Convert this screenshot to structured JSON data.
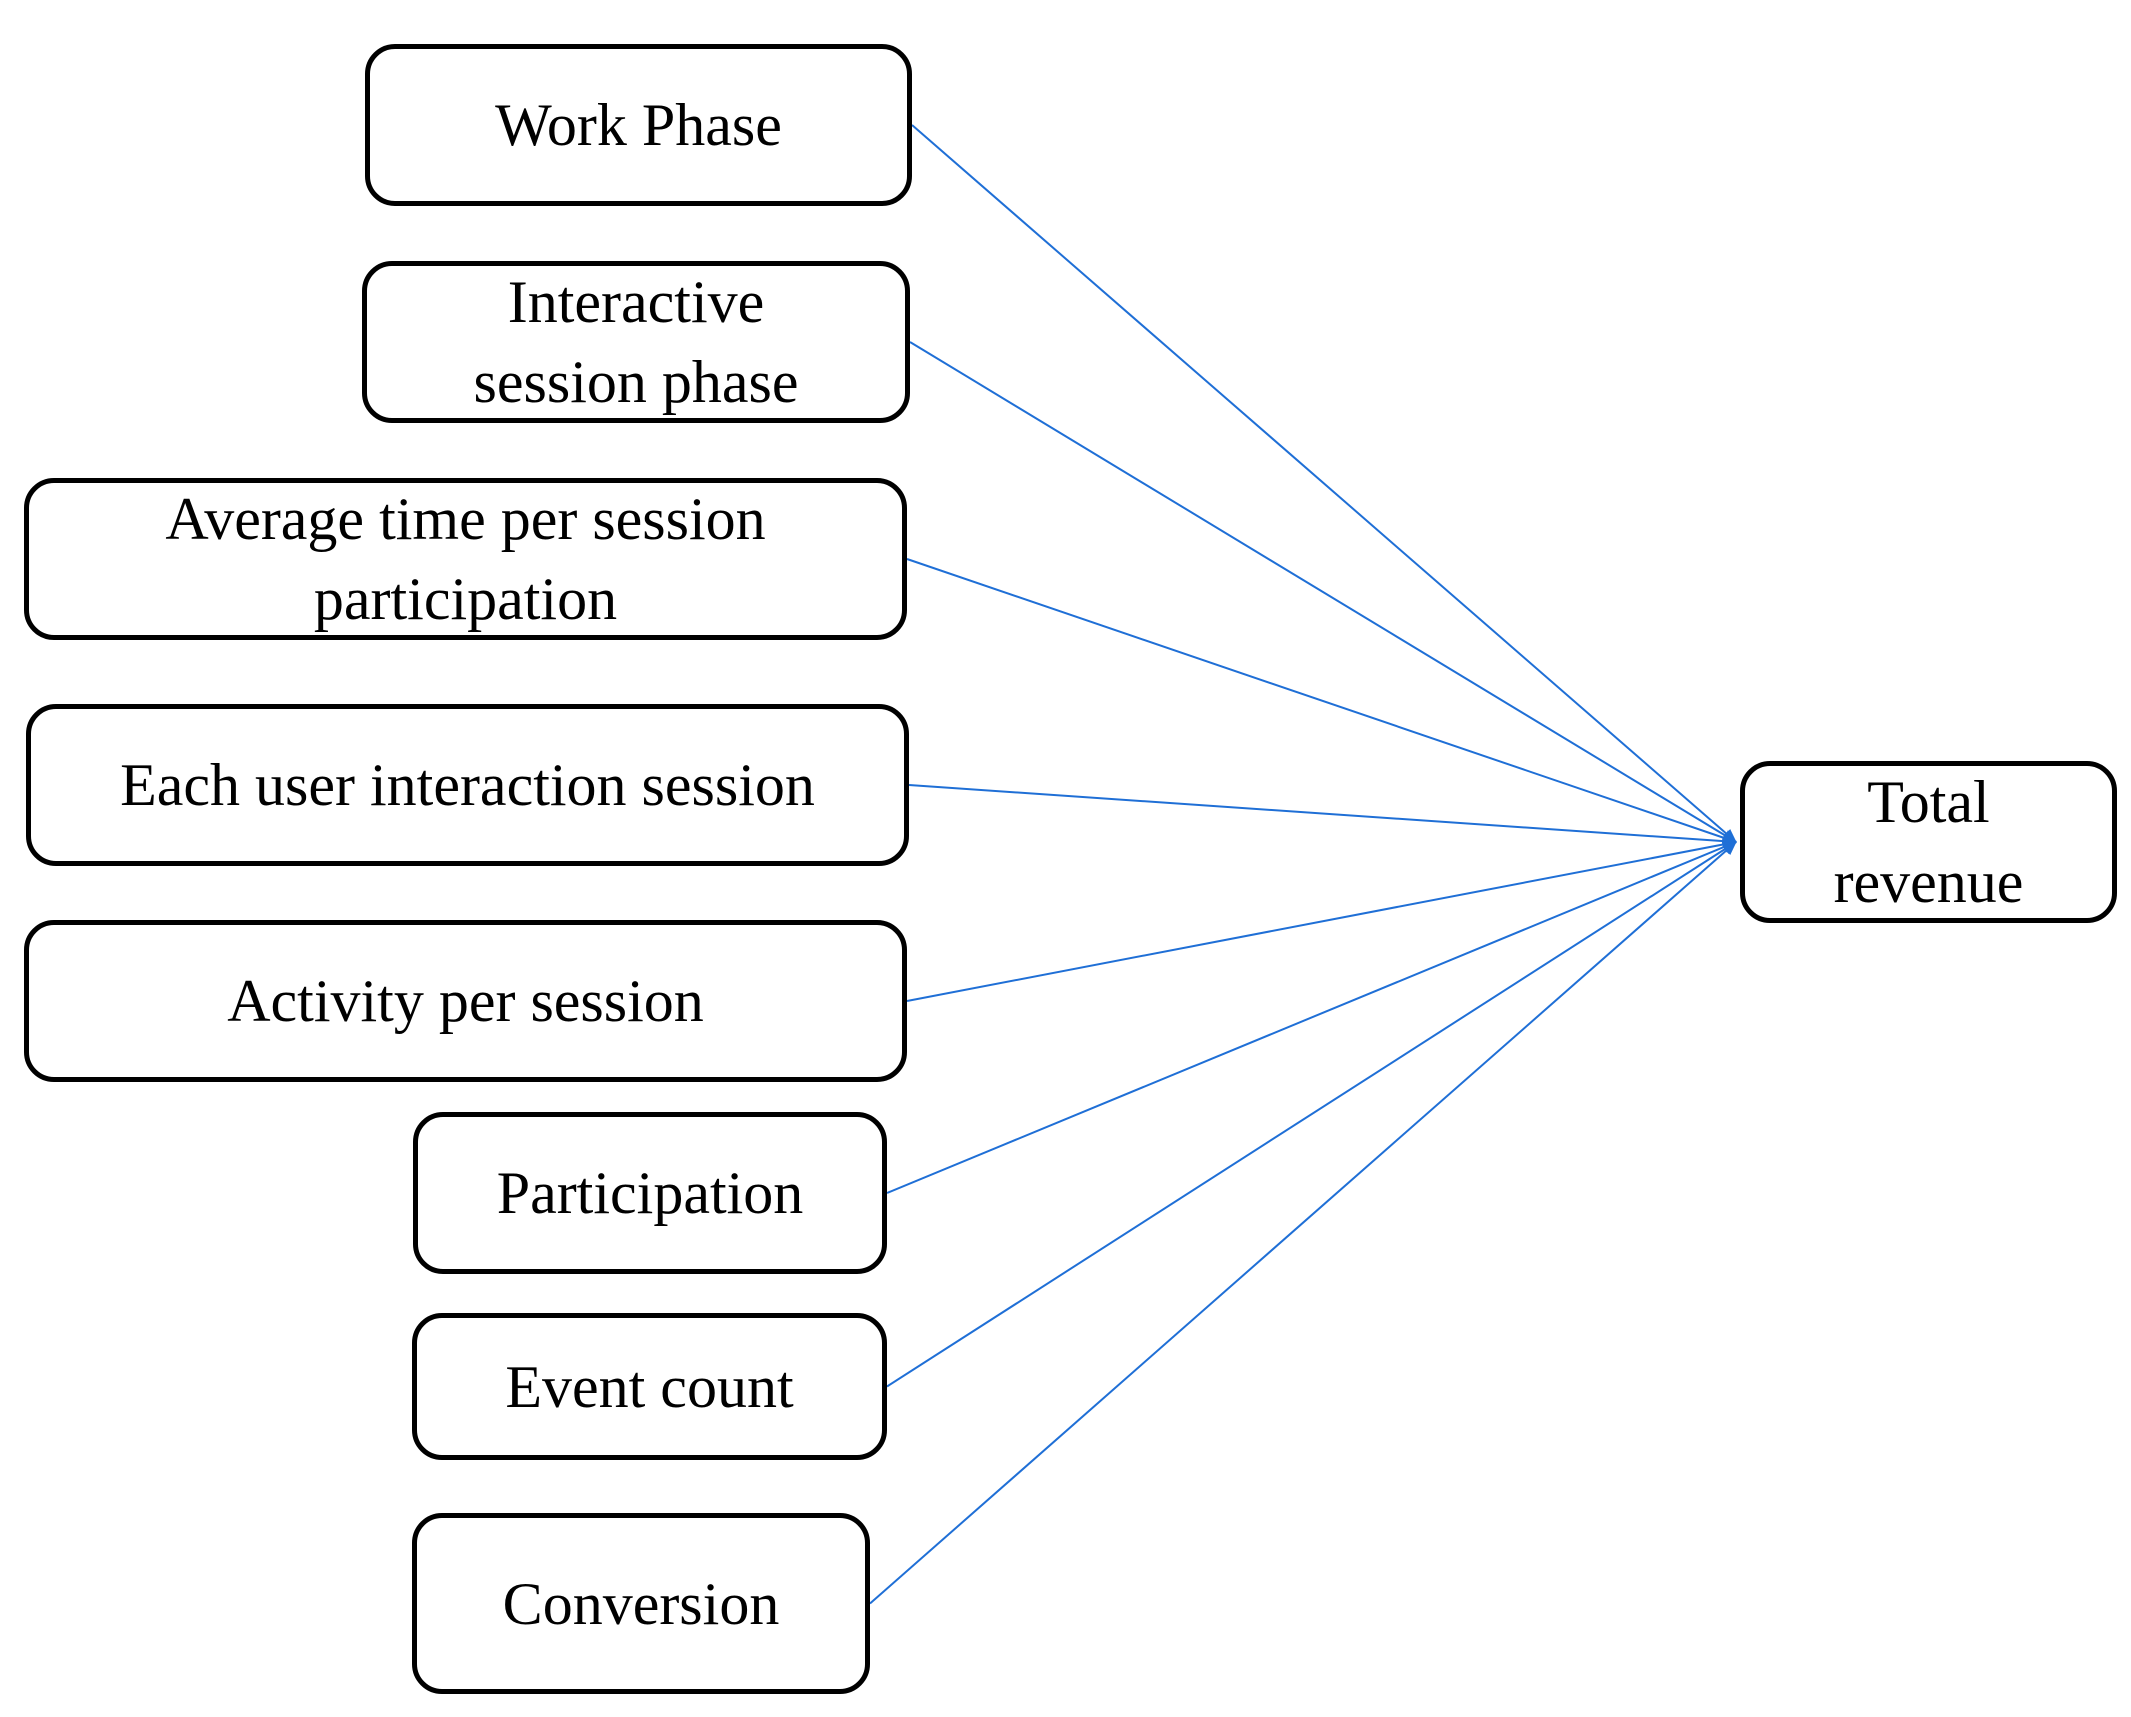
{
  "diagram": {
    "sources": [
      {
        "id": "work",
        "label": "Work Phase"
      },
      {
        "id": "interactive",
        "label": "Interactive session phase"
      },
      {
        "id": "avgtime",
        "label": "Average time per session participation"
      },
      {
        "id": "each",
        "label": "Each user interaction session"
      },
      {
        "id": "activity",
        "label": "Activity per session"
      },
      {
        "id": "participation",
        "label": "Participation"
      },
      {
        "id": "event",
        "label": "Event count"
      },
      {
        "id": "conversion",
        "label": "Conversion"
      }
    ],
    "target": {
      "id": "total",
      "label": "Total revenue"
    },
    "edges": [
      {
        "from": "work",
        "to": "total"
      },
      {
        "from": "interactive",
        "to": "total"
      },
      {
        "from": "avgtime",
        "to": "total"
      },
      {
        "from": "each",
        "to": "total"
      },
      {
        "from": "activity",
        "to": "total"
      },
      {
        "from": "participation",
        "to": "total"
      },
      {
        "from": "event",
        "to": "total"
      },
      {
        "from": "conversion",
        "to": "total"
      }
    ],
    "colors": {
      "edge": "#1f6fd6",
      "arrowhead": "#1f6fd6",
      "node_border": "#000000",
      "text": "#000000"
    }
  }
}
